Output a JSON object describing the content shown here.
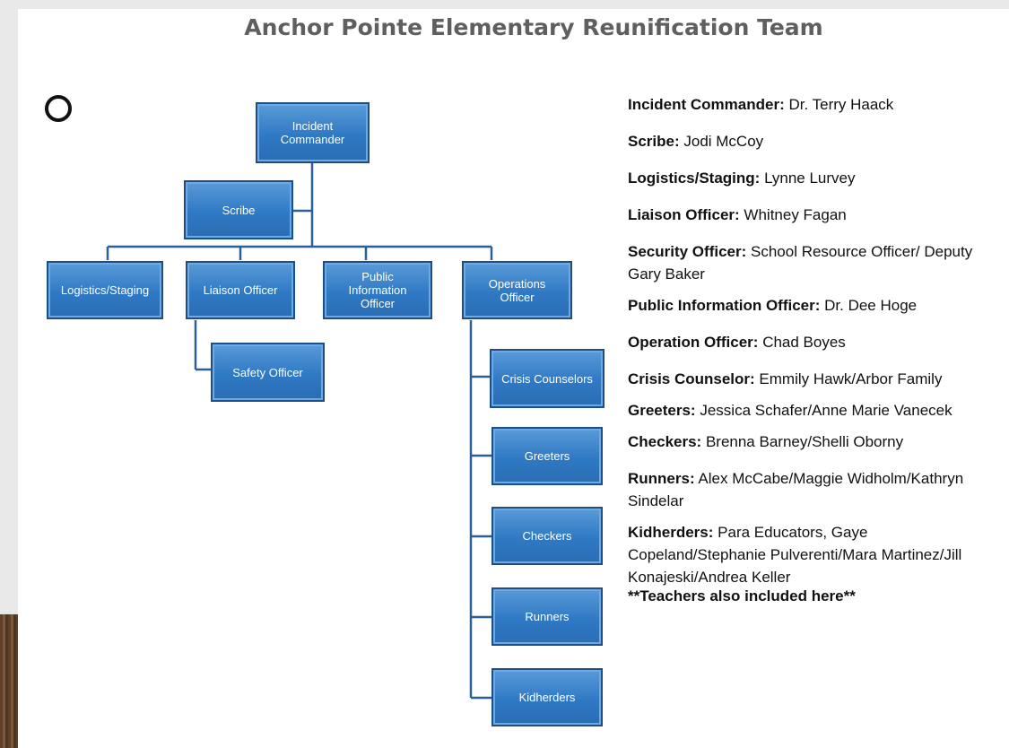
{
  "title": "Anchor Pointe Elementary Reunification Team",
  "org_chart": {
    "incident_commander": "Incident\nCommander",
    "scribe": "Scribe",
    "logistics": "Logistics/Staging",
    "liaison": "Liaison Officer",
    "public_info": "Public\nInformation\nOfficer",
    "operations": "Operations\nOfficer",
    "safety": "Safety Officer",
    "crisis": "Crisis Counselors",
    "greeters": "Greeters",
    "checkers": "Checkers",
    "runners": "Runners",
    "kidherders": "Kidherders"
  },
  "roles": [
    {
      "label": "Incident Commander:",
      "value": " Dr. Terry Haack"
    },
    {
      "label": "Scribe:",
      "value": " Jodi McCoy"
    },
    {
      "label": "Logistics/Staging:",
      "value": " Lynne Lurvey"
    },
    {
      "label": "Liaison Officer:",
      "value": " Whitney Fagan"
    },
    {
      "label": "Security Officer:",
      "value": " School Resource Officer/ Deputy Gary Baker"
    },
    {
      "label": "Public Information Officer:",
      "value": " Dr. Dee Hoge"
    },
    {
      "label": "Operation Officer:",
      "value": " Chad Boyes"
    },
    {
      "label": "Crisis Counselor:",
      "value": " Emmily Hawk/Arbor Family"
    },
    {
      "label": "Greeters:",
      "value": " Jessica Schafer/Anne Marie Vanecek"
    },
    {
      "label": "Checkers:",
      "value": " Brenna Barney/Shelli Oborny"
    },
    {
      "label": "Runners:",
      "value": " Alex McCabe/Maggie Widholm/Kathryn Sindelar"
    },
    {
      "label": "Kidherders:",
      "value": " Para Educators, Gaye Copeland/Stephanie Pulverenti/Mara Martinez/Jill Konajeski/Andrea Keller"
    }
  ],
  "note": "**Teachers also included here**"
}
